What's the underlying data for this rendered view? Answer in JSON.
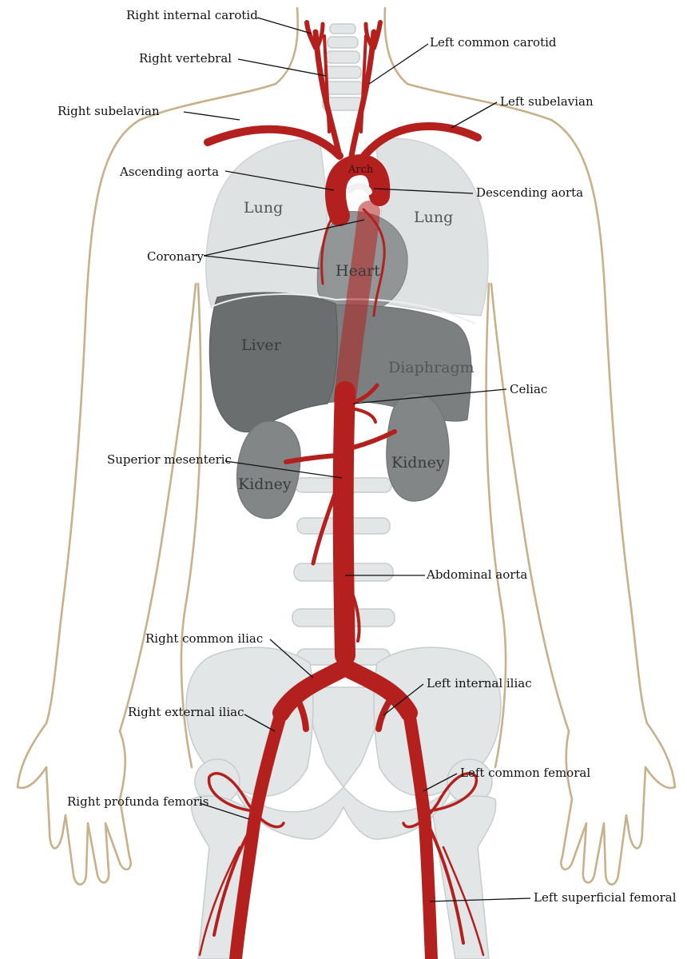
{
  "labels": {
    "right_internal_carotid": "Right internal carotid",
    "right_vertebral": "Right vertebral",
    "right_subclavian": "Right subelavian",
    "left_common_carotid": "Left common carotid",
    "left_subclavian": "Left subelavian",
    "ascending_aorta": "Ascending aorta",
    "descending_aorta": "Descending aorta",
    "coronary": "Coronary",
    "celiac": "Celiac",
    "superior_mesenteric": "Superior mesenteric",
    "abdominal_aorta": "Abdominal aorta",
    "right_common_iliac": "Right common iliac",
    "left_internal_iliac": "Left internal iliac",
    "right_external_iliac": "Right external iliac",
    "left_common_femoral": "Left common femoral",
    "right_profunda_femoris": "Right profunda femoris",
    "left_superficial_femoral": "Left superficial femoral"
  },
  "organs": {
    "arch": "Arch",
    "lung_right": "Lung",
    "lung_left": "Lung",
    "heart": "Heart",
    "liver": "Liver",
    "diaphragm": "Diaphragm",
    "kidney_left": "Kidney",
    "kidney_right": "Kidney"
  },
  "colors": {
    "artery": "#b3201d",
    "body_outline": "#c8b08a",
    "lung": "#dfe2e2",
    "liver": "#6b6e6f",
    "kidney": "#828687",
    "bone": "#e3e6e6"
  }
}
